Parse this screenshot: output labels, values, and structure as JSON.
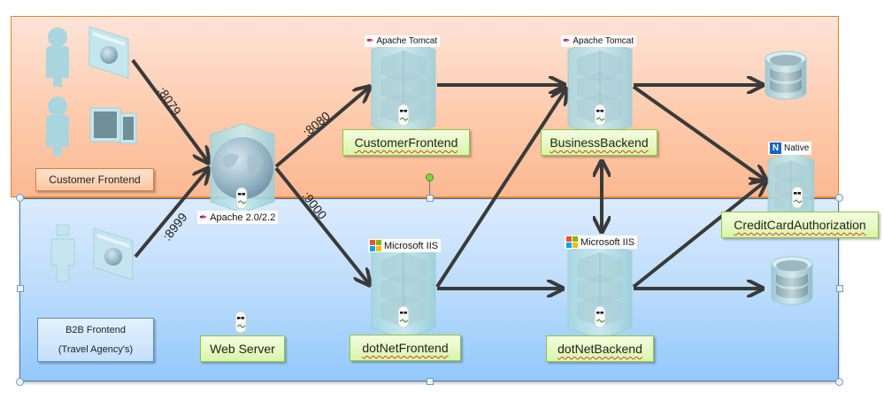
{
  "zones": {
    "customer_frontend": {
      "label": "Customer Frontend",
      "color": "#fbc7a2"
    },
    "b2b_frontend": {
      "label_line1": "B2B Frontend",
      "label_line2": "(Travel Agency's)",
      "color": "#bcdcfb"
    }
  },
  "nodes": {
    "web_server": {
      "label": "Web Server",
      "badge": "Apache 2.0/2.2",
      "icon": "globe-server-icon"
    },
    "customer_frontend": {
      "label": "CustomerFrontend",
      "badge": "Apache Tomcat",
      "icon": "server-stack-icon"
    },
    "business_backend": {
      "label": "BusinessBackend",
      "badge": "Apache Tomcat",
      "icon": "server-stack-icon"
    },
    "dotnet_frontend": {
      "label": "dotNetFrontend",
      "badge": "Microsoft IIS",
      "icon": "server-stack-icon"
    },
    "dotnet_backend": {
      "label": "dotNetBackend",
      "badge": "Microsoft IIS",
      "icon": "server-stack-icon"
    },
    "credit_card": {
      "label": "CreditCardAuthorization",
      "badge": "Native",
      "badge_letter": "N",
      "icon": "server-stack-icon"
    }
  },
  "ports": {
    "p8079": ":8079",
    "p8999": ":8999",
    "p8080": ":8080",
    "p9000": ":9000"
  },
  "clients": [
    {
      "name": "customer-user-browser",
      "icons": [
        "user-icon",
        "browser-icon"
      ]
    },
    {
      "name": "customer-user-mobile",
      "icons": [
        "user-icon",
        "tablet-phone-icon"
      ]
    },
    {
      "name": "b2b-user-browser",
      "icons": [
        "user-icon",
        "browser-icon"
      ]
    }
  ],
  "databases": [
    {
      "name": "database-top",
      "icon": "database-icon"
    },
    {
      "name": "database-bottom",
      "icon": "database-icon"
    }
  ],
  "colors": {
    "arrow": "#3a3a3a",
    "green_label": "#d9f5a8",
    "server_glass": "#bfe3e8"
  }
}
